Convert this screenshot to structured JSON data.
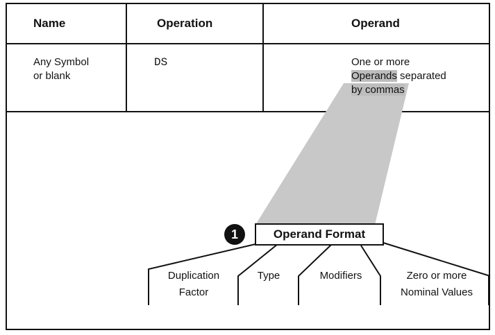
{
  "table": {
    "headers": {
      "name": "Name",
      "operation": "Operation",
      "operand": "Operand"
    },
    "row": {
      "name_line1": "Any Symbol",
      "name_line2": "or blank",
      "operation": "DS",
      "operand_line1": "One or more",
      "operand_highlight": "Operands",
      "operand_rest": "separated",
      "operand_line3": "by commas"
    }
  },
  "diagram": {
    "callout_number": "1",
    "format_label": "Operand Format",
    "components": [
      {
        "line1": "Duplication",
        "line2": "Factor"
      },
      {
        "line1": "Type",
        "line2": ""
      },
      {
        "line1": "Modifiers",
        "line2": ""
      },
      {
        "line1": "Zero or more",
        "line2": "Nominal Values"
      }
    ]
  },
  "colors": {
    "ink": "#111111",
    "highlight": "#bdbdbd",
    "beam": "#c8c8c8"
  }
}
